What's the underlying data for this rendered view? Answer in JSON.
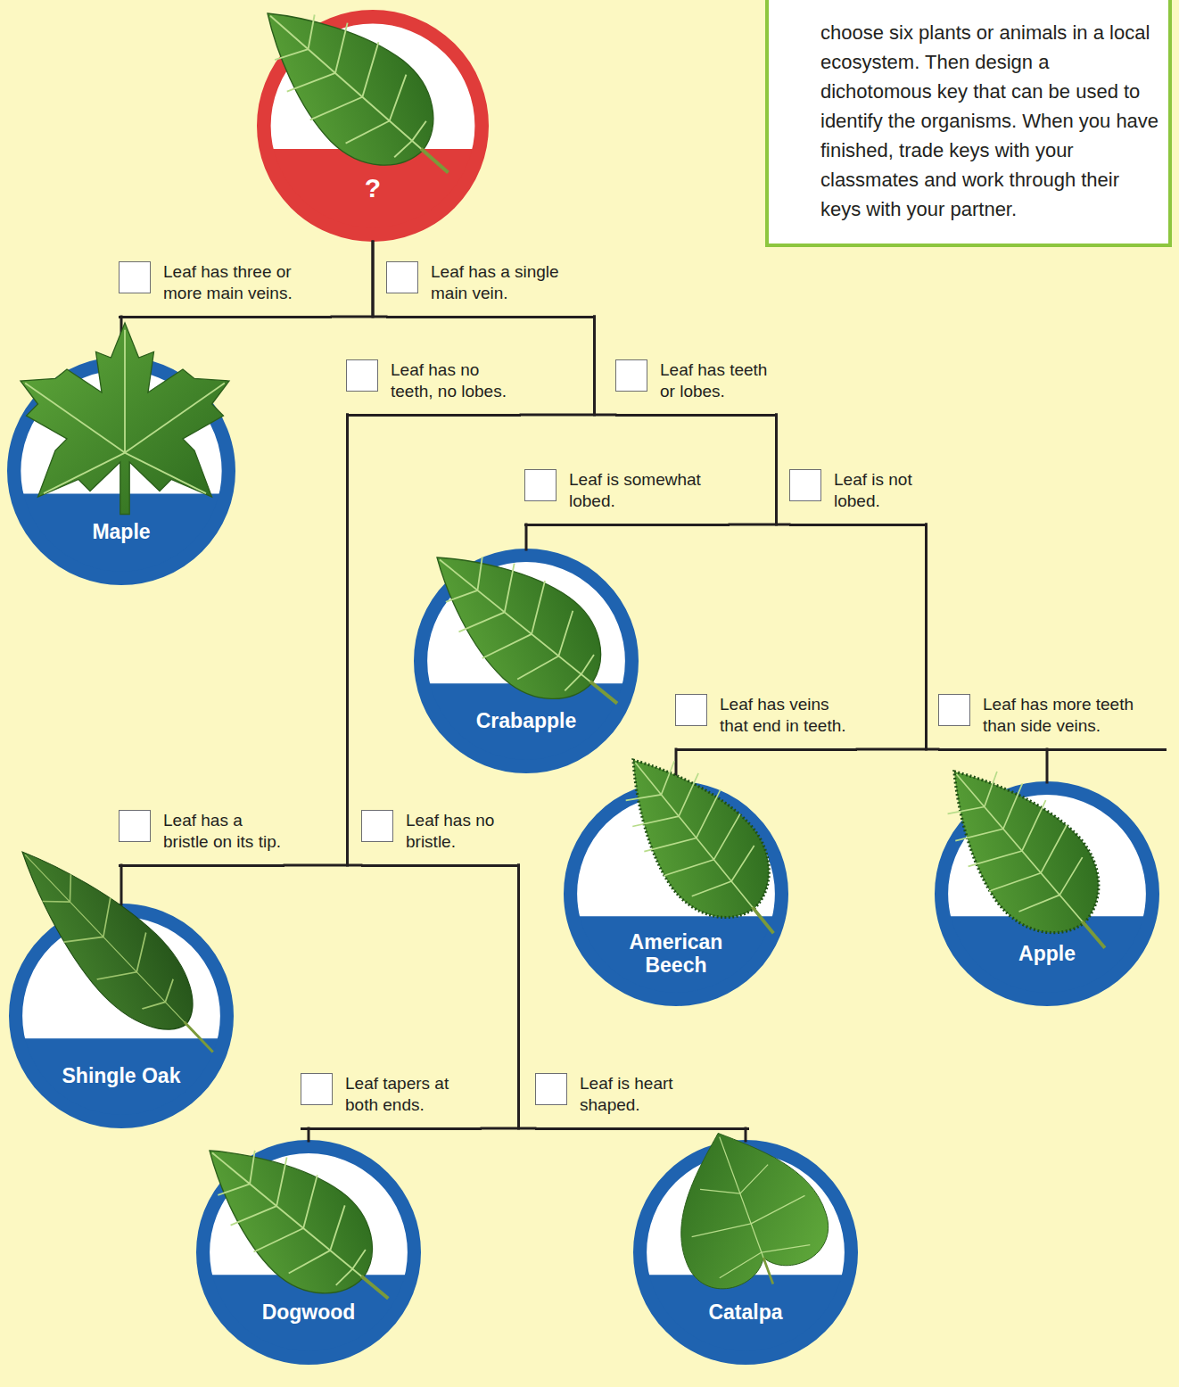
{
  "diagram": {
    "nodes": [
      {
        "text": [
          "?"
        ]
      },
      {
        "text": [
          "choose six plants or animals in a local ecosystem. Then design a dichotomous key that can be used to identify the organisms. When you have finished, trade keys with your classmates and work through their keys with your partner."
        ]
      },
      {
        "text": [
          "Leaf has three or more main veins."
        ]
      },
      {
        "text": [
          "Leaf has a single main vein."
        ]
      },
      {
        "text": [
          "Maple"
        ]
      },
      {
        "text": [
          "Leaf has no teeth, no lobes."
        ]
      },
      {
        "text": [
          "Leaf has teeth or lobes."
        ]
      },
      {
        "text": [
          "Leaf is somewhat lobed."
        ]
      },
      {
        "text": [
          "Leaf is not lobed."
        ]
      },
      {
        "text": [
          "Crabapple"
        ]
      },
      {
        "text": [
          "Leaf has veins that end in teeth."
        ]
      },
      {
        "text": [
          "Leaf has more teeth than side veins."
        ]
      },
      {
        "text": [
          "Leaf has a bristle on its tip."
        ]
      },
      {
        "text": [
          "Leaf has no bristle."
        ]
      },
      {
        "text": [
          "American Beech"
        ]
      },
      {
        "text": [
          "Apple"
        ]
      },
      {
        "text": [
          "Shingle Oak"
        ]
      },
      {
        "text": [
          "Leaf tapers at both ends."
        ]
      },
      {
        "text": [
          "Leaf is heart shaped."
        ]
      },
      {
        "text": [
          "Dogwood"
        ]
      },
      {
        "text": [
          "Catalpa"
        ]
      }
    ],
    "edges": [
      {
        "from": 0,
        "to": 2,
        "arrow": "none"
      },
      {
        "from": 0,
        "to": 3,
        "arrow": "none"
      },
      {
        "from": 2,
        "to": 4,
        "arrow": "none"
      },
      {
        "from": 3,
        "to": 5,
        "arrow": "none"
      },
      {
        "from": 3,
        "to": 6,
        "arrow": "none"
      },
      {
        "from": 5,
        "to": 12,
        "arrow": "none"
      },
      {
        "from": 5,
        "to": 13,
        "arrow": "none"
      },
      {
        "from": 12,
        "to": 16,
        "arrow": "none"
      },
      {
        "from": 13,
        "to": 17,
        "arrow": "none"
      },
      {
        "from": 13,
        "to": 18,
        "arrow": "none"
      },
      {
        "from": 17,
        "to": 19,
        "arrow": "none"
      },
      {
        "from": 18,
        "to": 20,
        "arrow": "none"
      },
      {
        "from": 6,
        "to": 7,
        "arrow": "none"
      },
      {
        "from": 6,
        "to": 8,
        "arrow": "none"
      },
      {
        "from": 7,
        "to": 9,
        "arrow": "none"
      },
      {
        "from": 8,
        "to": 10,
        "arrow": "none"
      },
      {
        "from": 8,
        "to": 11,
        "arrow": "none"
      },
      {
        "from": 10,
        "to": 14,
        "arrow": "none"
      },
      {
        "from": 11,
        "to": 15,
        "arrow": "none"
      }
    ]
  }
}
